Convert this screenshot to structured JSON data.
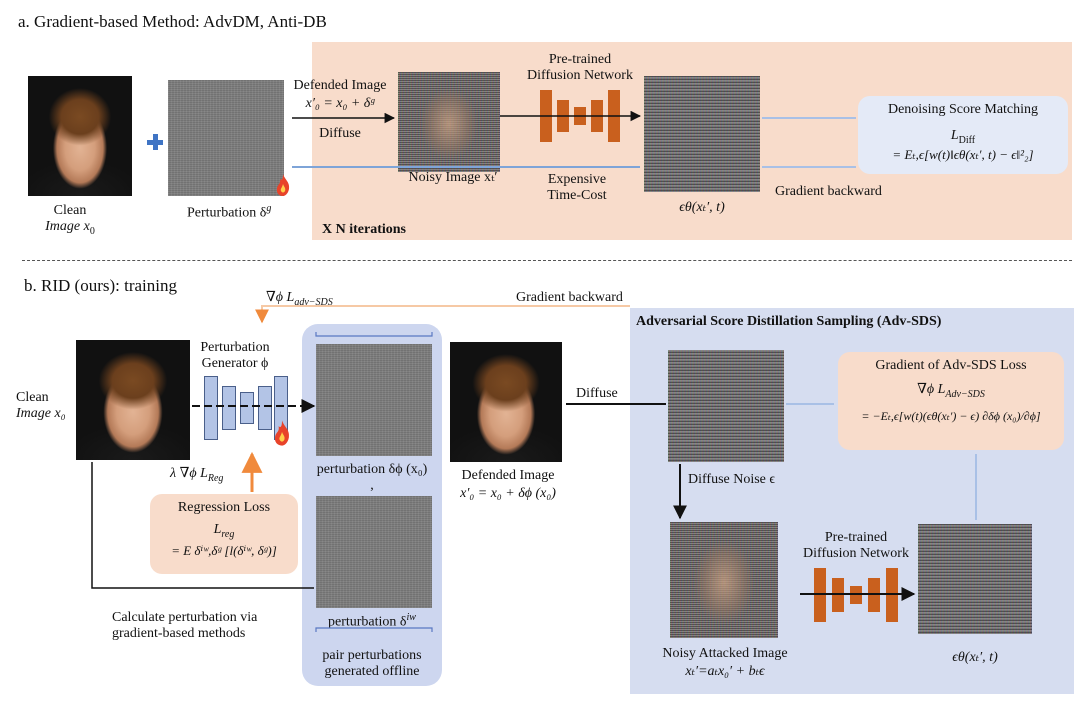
{
  "section_a": {
    "title": "a. Gradient-based Method: AdvDM, Anti-DB",
    "clean_image_label_1": "Clean",
    "clean_image_label_2": "Image x",
    "clean_image_label_sub": "0",
    "perturbation_label": "Perturbation δ",
    "perturbation_sup": "g",
    "defended_image_label": "Defended Image",
    "defended_eq": "x′₀ = x₀ + δᵍ",
    "diffuse_label": "Diffuse",
    "noisy_image_label": "Noisy Image xₜ′",
    "pretrained_label_1": "Pre-trained",
    "pretrained_label_2": "Diffusion Network",
    "expensive_label_1": "Expensive",
    "expensive_label_2": "Time-Cost",
    "eps_label": "ϵθ(xₜ′, t)",
    "gradient_backward": "Gradient backward",
    "iterations": "X N iterations",
    "dsm_title": "Denoising Score Matching",
    "dsm_loss": "L",
    "dsm_loss_sub": "Diff",
    "dsm_eq": "= Eₜ,ϵ[w(t)‖ϵθ(xₜ′, t) − ϵ‖²₂]"
  },
  "section_b": {
    "title": "b. RID (ours): training",
    "grad_phi_label": "∇ϕ L",
    "grad_phi_sub": "adv−SDS",
    "gradient_backward": "Gradient backward",
    "adv_sds_title": "Adversarial Score Distillation Sampling (Adv-SDS)",
    "clean_image_label_1": "Clean",
    "clean_image_label_2": "Image x₀",
    "generator_label_1": "Perturbation",
    "generator_label_2": "Generator ϕ",
    "perturbation_phi_label": "perturbation δϕ (x₀)",
    "perturbation_iw_label": "perturbation δ",
    "perturbation_iw_sup": "iw",
    "comma": ",",
    "defended_label": "Defended Image",
    "defended_eq": "x′₀ = x₀ + δϕ (x₀)",
    "diffuse_label": "Diffuse",
    "diffuse_noise_label": "Diffuse Noise  ϵ",
    "lambda_label": "λ ∇ϕ L",
    "lambda_sub": "Reg",
    "regression_title": "Regression Loss",
    "regression_loss": "L",
    "regression_loss_sub": "reg",
    "regression_eq": "= E δⁱʷ,δᵍ [l(δⁱʷ, δᵍ)]",
    "calc_label_1": "Calculate perturbation via",
    "calc_label_2": "gradient-based methods",
    "pair_label_1": "pair perturbations",
    "pair_label_2": "generated offline",
    "sds_grad_title": "Gradient of Adv-SDS  Loss",
    "sds_grad_loss": "∇ϕ L",
    "sds_grad_loss_sub": "Adv−SDS",
    "sds_grad_eq": "= −Eₜ,ϵ[w(t)(ϵθ(xₜ′) − ϵ) ∂δϕ (x₀)/∂ϕ]",
    "pretrained_label_1": "Pre-trained",
    "pretrained_label_2": "Diffusion Network",
    "noisy_attacked_label": "Noisy Attacked Image",
    "noisy_attacked_eq": "xₜ′=aₜx₀′ + bₜϵ",
    "eps_label": "ϵθ(xₜ′, t)"
  },
  "colors": {
    "peach": "#f8dccb",
    "lavender": "#d6ddf0",
    "light_blue_box": "#e4eaf7",
    "orange_net": "#c9601e",
    "blue_gen": "#b3c4e6",
    "orange_arrow": "#f08a3c",
    "blue_plus": "#3f74c4"
  }
}
